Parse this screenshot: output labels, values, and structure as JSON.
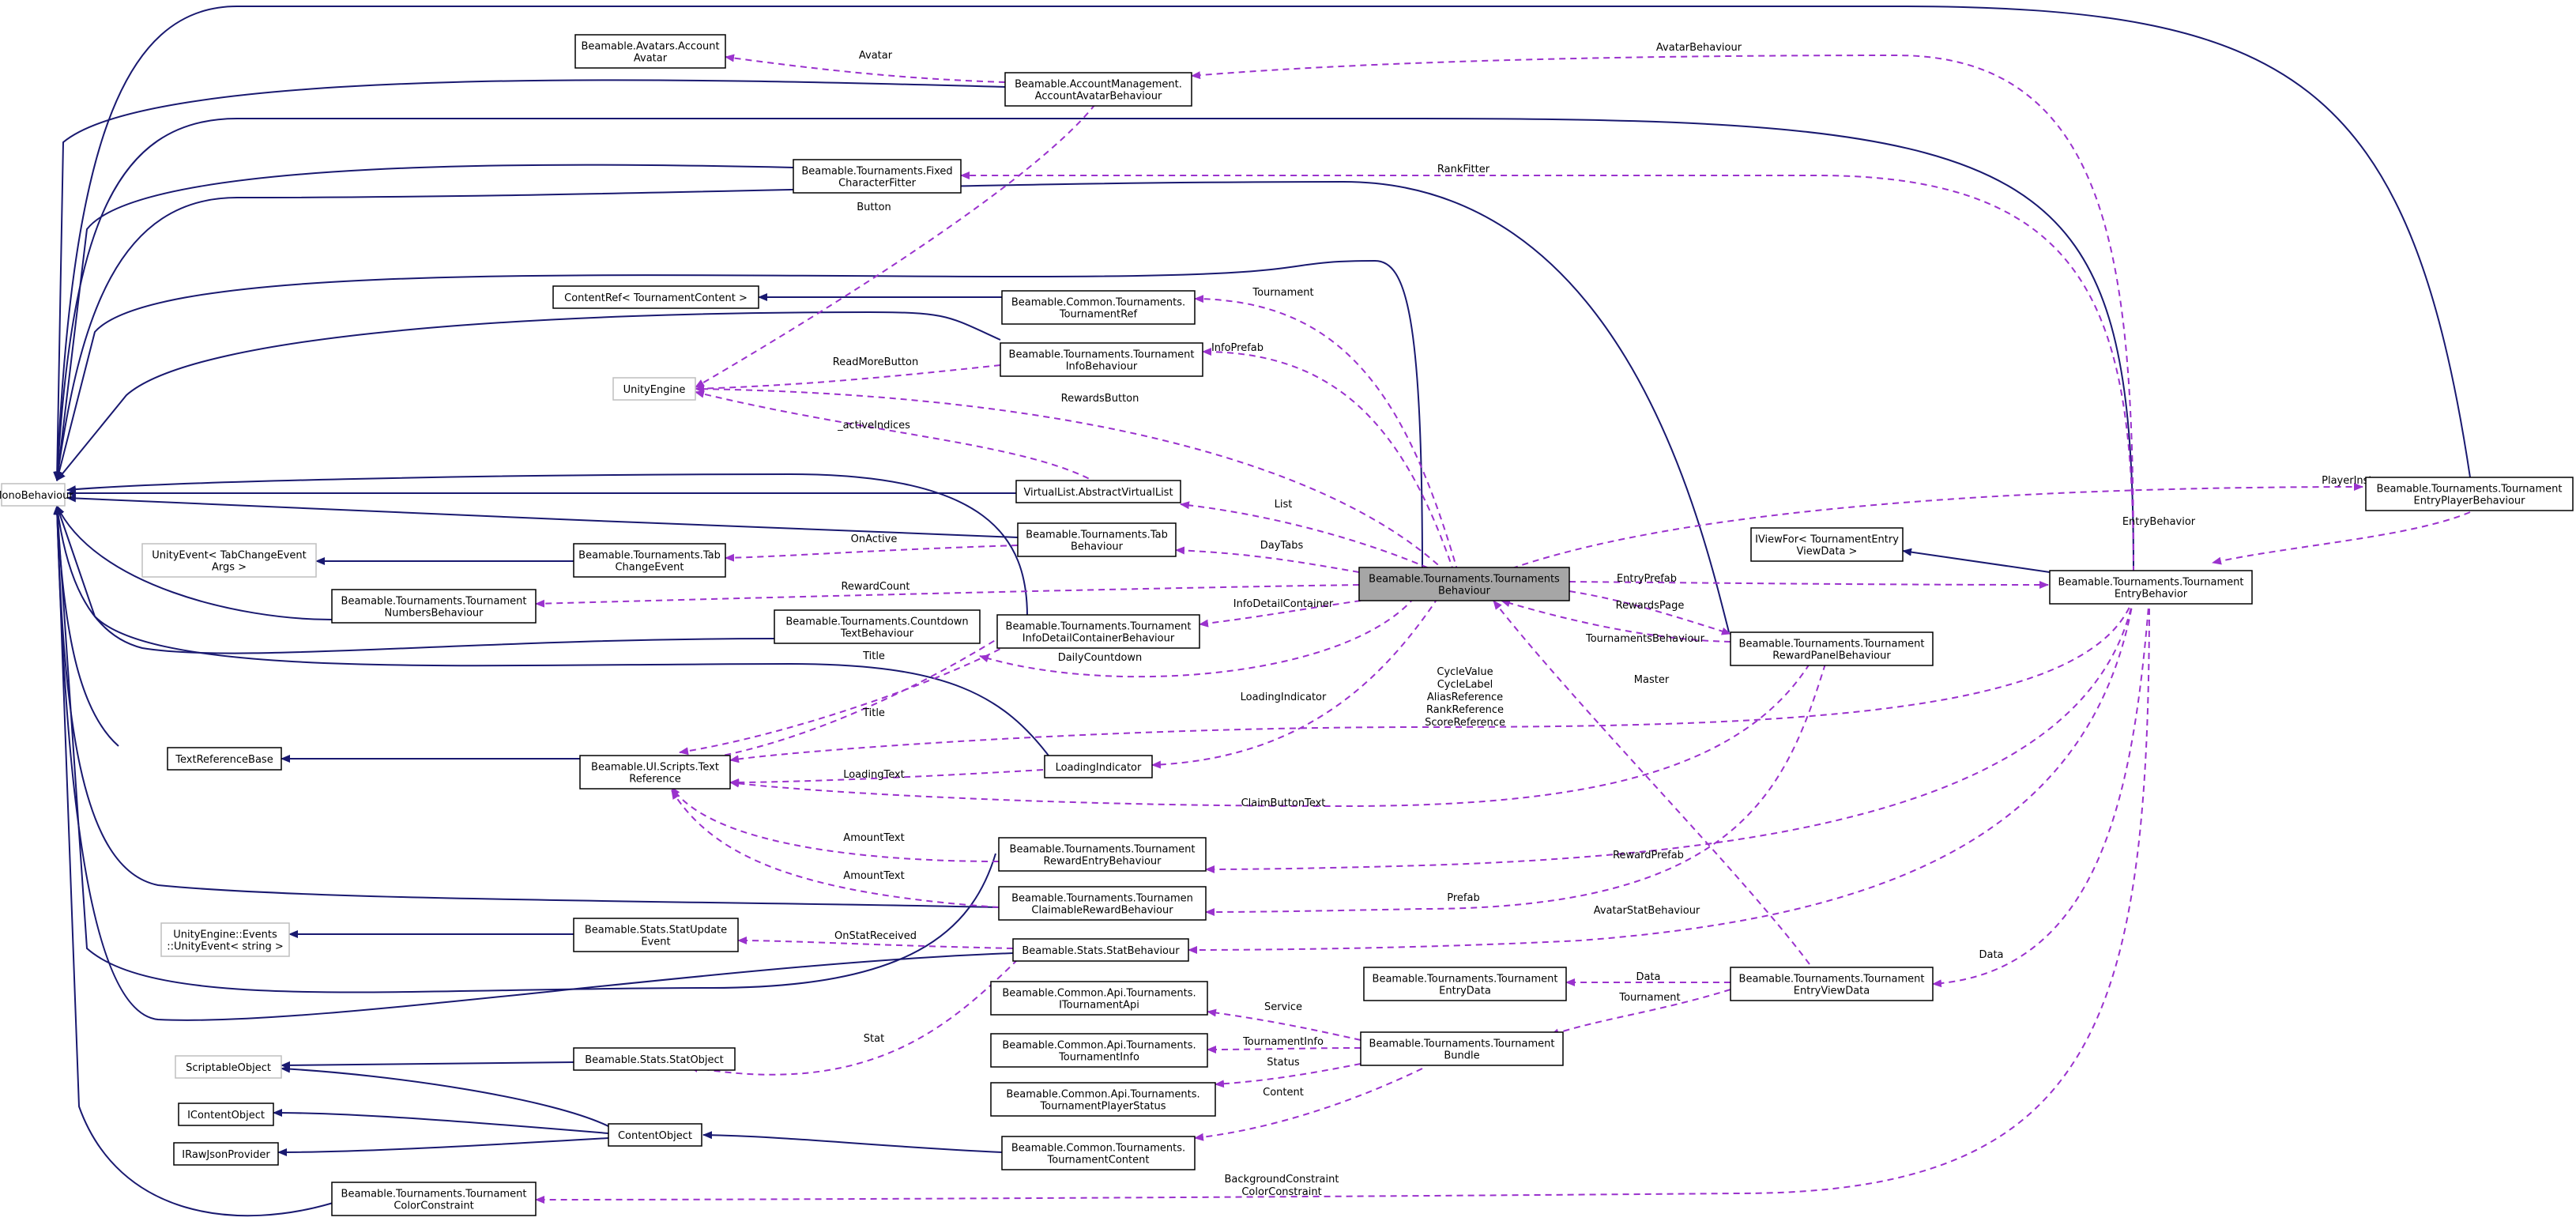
{
  "nodes": [
    {
      "id": "mono",
      "lines": [
        "MonoBehaviour"
      ],
      "external": true
    },
    {
      "id": "avatar",
      "lines": [
        "Beamable.Avatars.Account",
        "Avatar"
      ]
    },
    {
      "id": "accAvBeh",
      "lines": [
        "Beamable.AccountManagement.",
        "AccountAvatarBehaviour"
      ]
    },
    {
      "id": "fixedFit",
      "lines": [
        "Beamable.Tournaments.Fixed",
        "CharacterFitter"
      ]
    },
    {
      "id": "contentRef",
      "lines": [
        "ContentRef< TournamentContent >"
      ]
    },
    {
      "id": "tRef",
      "lines": [
        "Beamable.Common.Tournaments.",
        "TournamentRef"
      ]
    },
    {
      "id": "unity",
      "lines": [
        "UnityEngine"
      ],
      "external": true
    },
    {
      "id": "infoBeh",
      "lines": [
        "Beamable.Tournaments.Tournament",
        "InfoBehaviour"
      ]
    },
    {
      "id": "vlist",
      "lines": [
        "VirtualList.AbstractVirtualList"
      ]
    },
    {
      "id": "uevTab",
      "lines": [
        "UnityEvent< TabChangeEvent",
        "Args >"
      ],
      "external": true
    },
    {
      "id": "tabChange",
      "lines": [
        "Beamable.Tournaments.Tab",
        "ChangeEvent"
      ]
    },
    {
      "id": "tabBeh",
      "lines": [
        "Beamable.Tournaments.Tab",
        "Behaviour"
      ]
    },
    {
      "id": "numBeh",
      "lines": [
        "Beamable.Tournaments.Tournament",
        "NumbersBehaviour"
      ]
    },
    {
      "id": "countdown",
      "lines": [
        "Beamable.Tournaments.Countdown",
        "TextBehaviour"
      ]
    },
    {
      "id": "infoDetail",
      "lines": [
        "Beamable.Tournaments.Tournament",
        "InfoDetailContainerBehaviour"
      ]
    },
    {
      "id": "textRefBase",
      "lines": [
        "TextReferenceBase"
      ]
    },
    {
      "id": "textRef",
      "lines": [
        "Beamable.UI.Scripts.Text",
        "Reference"
      ]
    },
    {
      "id": "loading",
      "lines": [
        "LoadingIndicator"
      ]
    },
    {
      "id": "tBeh",
      "lines": [
        "Beamable.Tournaments.Tournaments",
        "Behaviour"
      ],
      "focus": true
    },
    {
      "id": "ivf",
      "lines": [
        "IViewFor< TournamentEntry",
        "ViewData >"
      ]
    },
    {
      "id": "entryPlayer",
      "lines": [
        "Beamable.Tournaments.Tournament",
        "EntryPlayerBehaviour"
      ]
    },
    {
      "id": "entryBeh",
      "lines": [
        "Beamable.Tournaments.Tournament",
        "EntryBehavior"
      ]
    },
    {
      "id": "rewardPanel",
      "lines": [
        "Beamable.Tournaments.Tournament",
        "RewardPanelBehaviour"
      ]
    },
    {
      "id": "rewardEntry",
      "lines": [
        "Beamable.Tournaments.Tournament",
        "RewardEntryBehaviour"
      ]
    },
    {
      "id": "claimable",
      "lines": [
        "Beamable.Tournaments.Tournamen",
        "ClaimableRewardBehaviour"
      ]
    },
    {
      "id": "uevStats",
      "lines": [
        "UnityEngine::Events",
        "::UnityEvent< string >"
      ],
      "external": true
    },
    {
      "id": "statUpdate",
      "lines": [
        "Beamable.Stats.StatUpdate",
        "Event"
      ]
    },
    {
      "id": "statBeh",
      "lines": [
        "Beamable.Stats.StatBehaviour"
      ]
    },
    {
      "id": "entryData",
      "lines": [
        "Beamable.Tournaments.Tournament",
        "EntryData"
      ]
    },
    {
      "id": "entryViewData",
      "lines": [
        "Beamable.Tournaments.Tournament",
        "EntryViewData"
      ]
    },
    {
      "id": "iApi",
      "lines": [
        "Beamable.Common.Api.Tournaments.",
        "ITournamentApi"
      ]
    },
    {
      "id": "scriptable",
      "lines": [
        "ScriptableObject"
      ],
      "external": true
    },
    {
      "id": "statObj",
      "lines": [
        "Beamable.Stats.StatObject"
      ]
    },
    {
      "id": "tInfo",
      "lines": [
        "Beamable.Common.Api.Tournaments.",
        "TournamentInfo"
      ]
    },
    {
      "id": "bundle",
      "lines": [
        "Beamable.Tournaments.Tournament",
        "Bundle"
      ]
    },
    {
      "id": "iContent",
      "lines": [
        "IContentObject"
      ]
    },
    {
      "id": "playerStatus",
      "lines": [
        "Beamable.Common.Api.Tournaments.",
        "TournamentPlayerStatus"
      ]
    },
    {
      "id": "contentObj",
      "lines": [
        "ContentObject"
      ]
    },
    {
      "id": "iRaw",
      "lines": [
        "IRawJsonProvider"
      ]
    },
    {
      "id": "tContent",
      "lines": [
        "Beamable.Common.Tournaments.",
        "TournamentContent"
      ]
    },
    {
      "id": "colorCon",
      "lines": [
        "Beamable.Tournaments.Tournament",
        "ColorConstraint"
      ]
    }
  ],
  "edge_labels": {
    "avatar": "Avatar",
    "avatarBehaviour": "AvatarBehaviour",
    "rankFitter": "RankFitter",
    "button": "Button",
    "tournament": "Tournament",
    "infoPrefab": "InfoPrefab",
    "readMoreButton": "ReadMoreButton",
    "rewardsButton": "RewardsButton",
    "activeIndices": "_activeIndices",
    "playerInstance": "PlayerInstance",
    "entryBehavior": "EntryBehavior",
    "list": "List",
    "onActive": "OnActive",
    "dayTabs": "DayTabs",
    "rewardCount": "RewardCount",
    "entryPrefab": "EntryPrefab",
    "infoDetailContainer": "InfoDetailContainer",
    "rewardsPage": "RewardsPage",
    "tournamentsBehaviour": "TournamentsBehaviour",
    "title1": "Title",
    "dailyCountdown": "DailyCountdown",
    "master": "Master",
    "cycleValue": "CycleValue",
    "cycleLabel": "CycleLabel",
    "aliasReference": "AliasReference",
    "rankReference": "RankReference",
    "scoreReference": "ScoreReference",
    "title2": "Title",
    "loadingIndicator": "LoadingIndicator",
    "loadingText": "LoadingText",
    "claimButtonText": "ClaimButtonText",
    "amountText1": "AmountText",
    "rewardPrefab": "RewardPrefab",
    "amountText2": "AmountText",
    "prefab": "Prefab",
    "onStatReceived": "OnStatReceived",
    "avatarStatBehaviour": "AvatarStatBehaviour",
    "data1": "Data",
    "data2": "Data",
    "tournament2": "Tournament",
    "service": "Service",
    "stat": "Stat",
    "tournamentInfo": "TournamentInfo",
    "status": "Status",
    "content": "Content",
    "backgroundConstraint": "BackgroundConstraint",
    "colorConstraint": "ColorConstraint"
  },
  "colors": {
    "inheritance": "#191970",
    "usage": "#9a32cd",
    "focus_fill": "#a6a6a6",
    "external_border": "#bfbfbf"
  }
}
